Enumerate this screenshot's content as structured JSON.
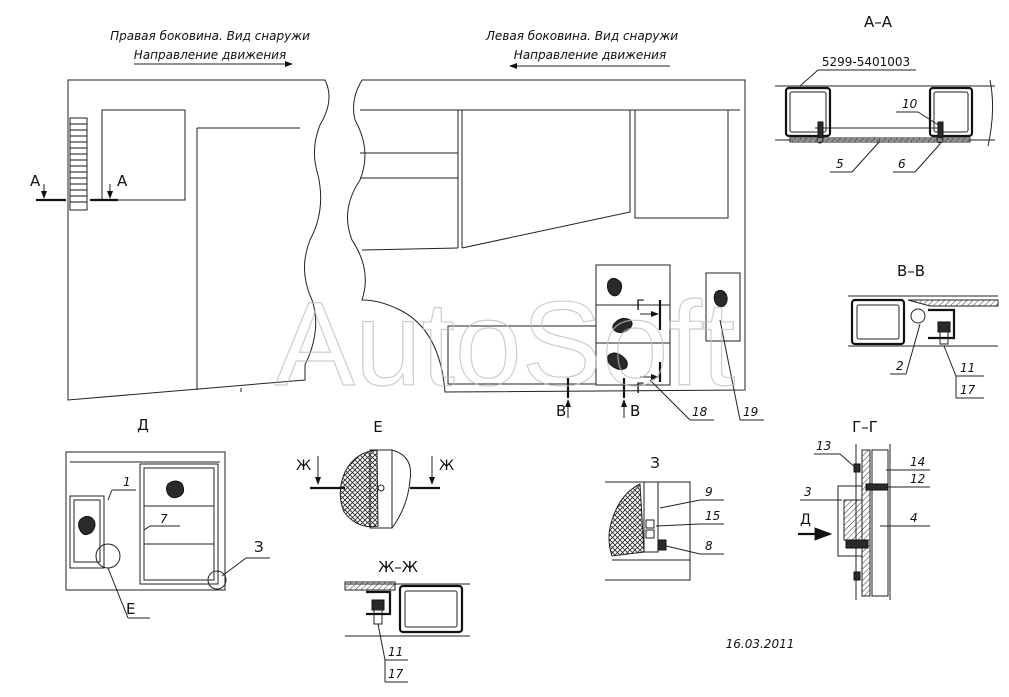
{
  "views": {
    "right_title": "Правая боковина. Вид снаружи",
    "left_title": "Левая боковина. Вид снаружи",
    "direction": "Направление движения"
  },
  "part_number": "5299-5401003",
  "sections": {
    "a": "А",
    "aa": "А–А",
    "v": "В",
    "vv": "В–В",
    "g": "Г",
    "gg": "Г–Г",
    "d": "Д",
    "e": "Е",
    "zh": "Ж",
    "zhzh": "Ж–Ж",
    "z": "З"
  },
  "callouts": {
    "n1": "1",
    "n2": "2",
    "n3": "3",
    "n4": "4",
    "n5": "5",
    "n6": "6",
    "n7": "7",
    "n8": "8",
    "n9": "9",
    "n10": "10",
    "n11": "11",
    "n12": "12",
    "n13": "13",
    "n14": "14",
    "n15": "15",
    "n17": "17",
    "n18": "18",
    "n19": "19"
  },
  "watermark": "AutoSoft",
  "date": "16.03.2011"
}
